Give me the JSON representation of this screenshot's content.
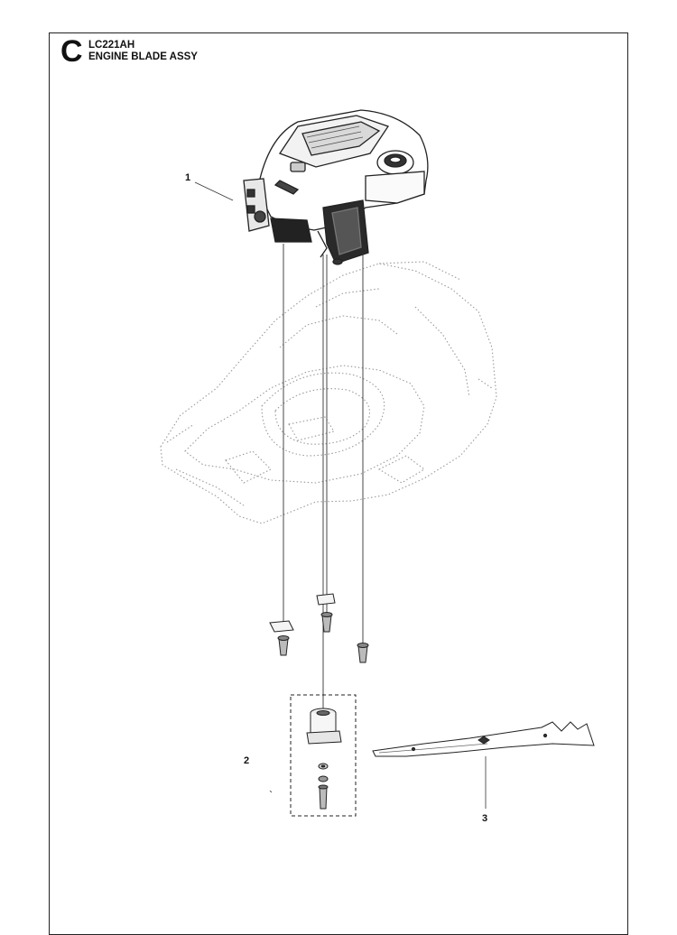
{
  "header": {
    "section_letter": "C",
    "model_code": "LC221AH",
    "assembly_title": "ENGINE BLADE ASSY"
  },
  "callouts": [
    {
      "id": "1",
      "part": "engine"
    },
    {
      "id": "2",
      "part": "blade-adapter-kit"
    },
    {
      "id": "3",
      "part": "blade"
    }
  ]
}
